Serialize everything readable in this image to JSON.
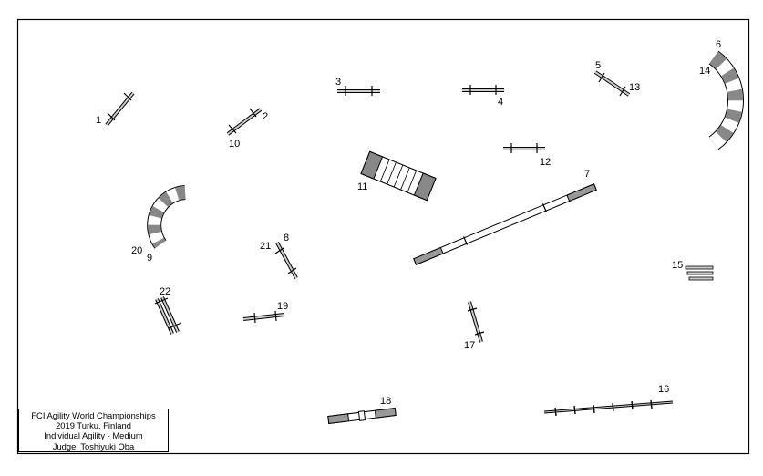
{
  "info": {
    "line1": "FCI Agility World Championships",
    "line2": "2019 Turku, Finland",
    "line3": "Individual Agility - Medium",
    "line4": "Judge; Toshiyuki Oba"
  },
  "obstacle_numbers": [
    "1",
    "2",
    "3",
    "4",
    "5",
    "6",
    "7",
    "8",
    "9",
    "10",
    "11",
    "12",
    "13",
    "14",
    "15",
    "16",
    "17",
    "18",
    "19",
    "20",
    "21",
    "22"
  ],
  "colors": {
    "tunnel_dark": "#888888",
    "tunnel_light": "#ffffff",
    "line": "#000000",
    "board": "#cccccc"
  }
}
